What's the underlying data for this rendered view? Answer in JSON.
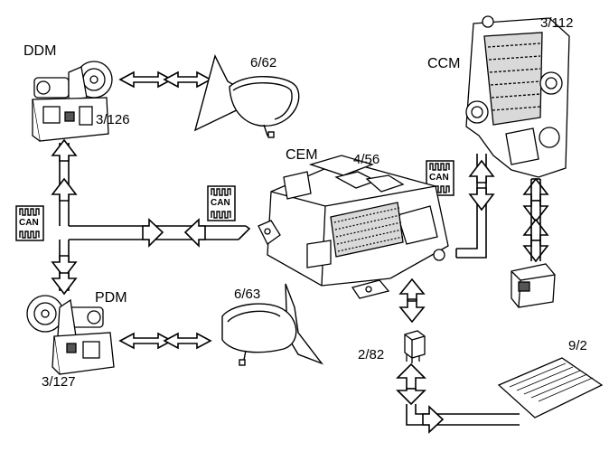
{
  "components": {
    "ddm": {
      "name": "DDM",
      "code": "3/126"
    },
    "pdm": {
      "name": "PDM",
      "code": "3/127"
    },
    "cem": {
      "name": "CEM",
      "code": "4/56"
    },
    "ccm": {
      "name": "CCM",
      "code": "3/112"
    },
    "left_mirror": {
      "code": "6/62"
    },
    "right_mirror": {
      "code": "6/63"
    },
    "relay": {
      "code": "2/82"
    },
    "heated_window": {
      "code": "9/2"
    }
  },
  "can_badge": {
    "text": "CAN"
  },
  "colors": {
    "line": "#000000",
    "background": "#ffffff",
    "fill": "#ffffff",
    "shade": "#d9d9d9"
  },
  "icons": [
    "door-module-icon",
    "mirror-icon",
    "control-module-icon",
    "climate-module-icon",
    "relay-icon",
    "heating-element-icon",
    "can-bus-icon",
    "signal-arrow-icon"
  ]
}
